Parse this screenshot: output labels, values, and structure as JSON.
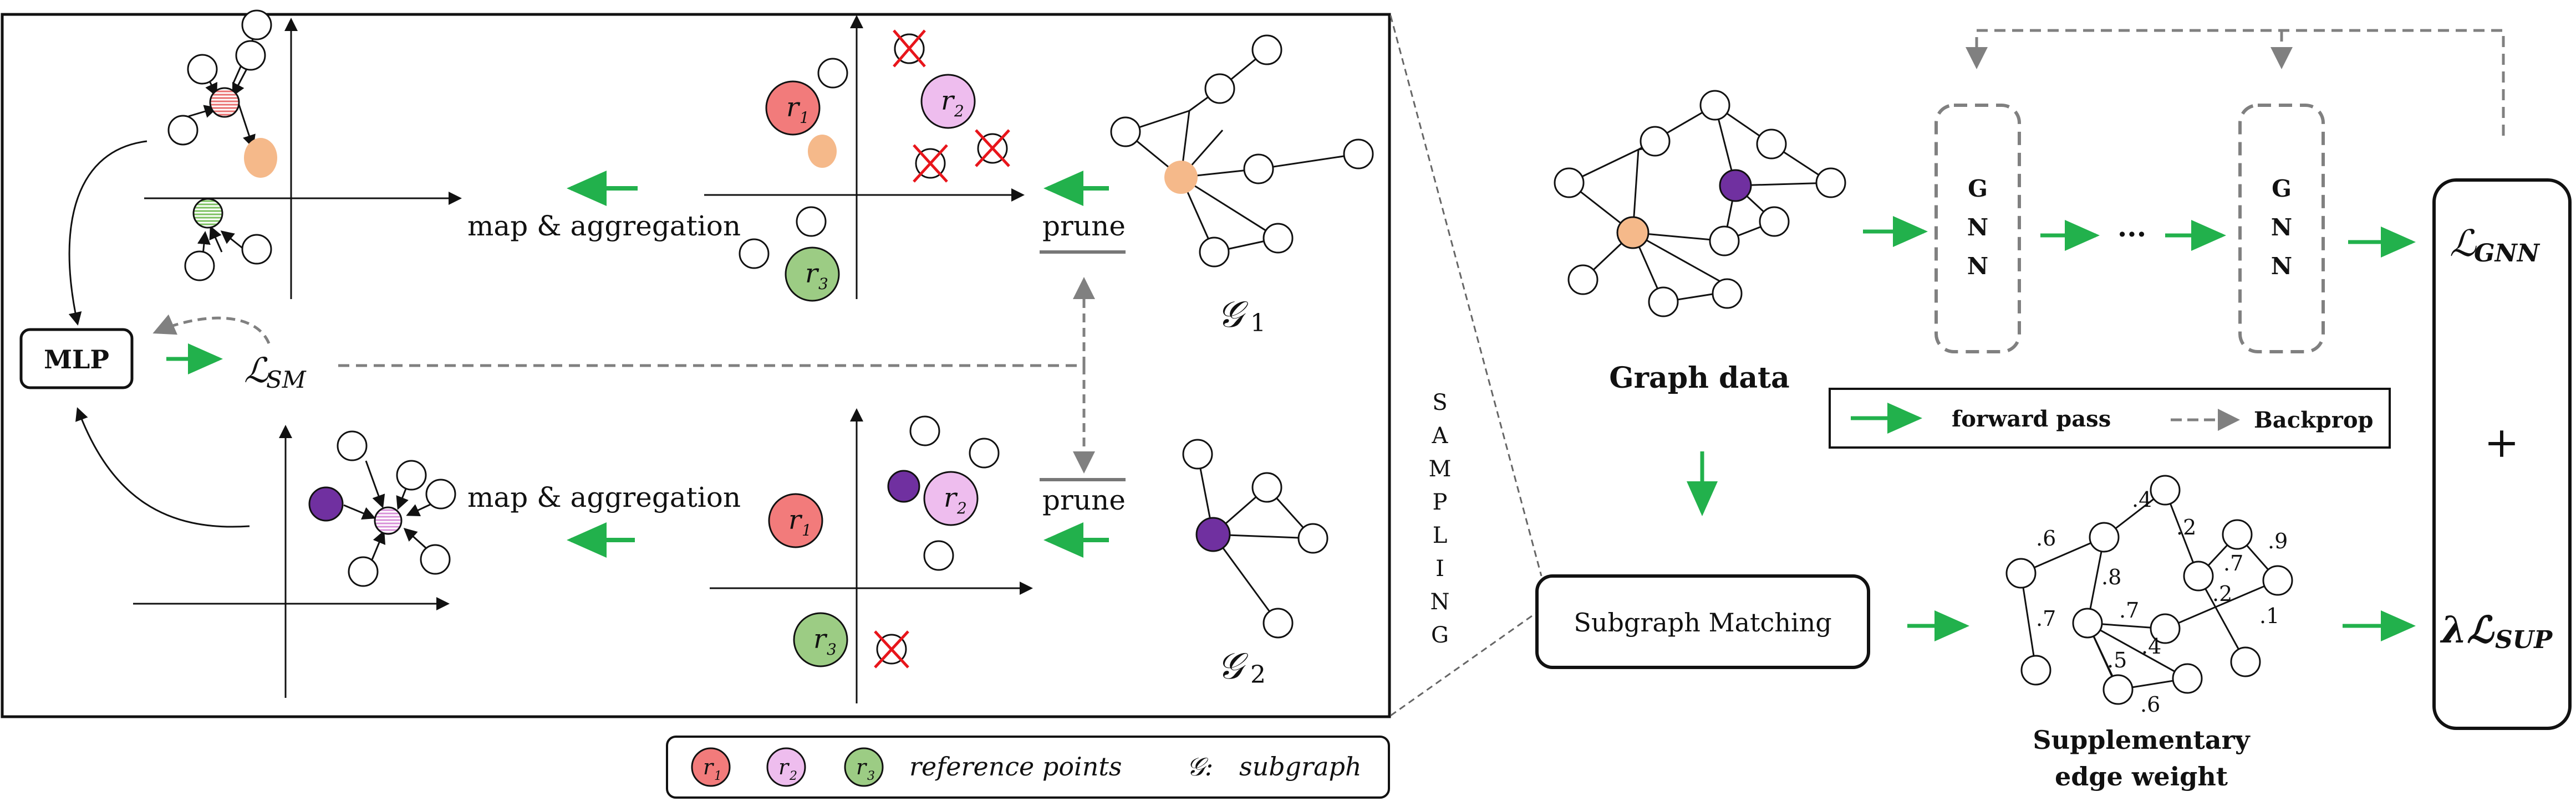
{
  "colors": {
    "green_arrow": "#22b14c",
    "gray_dash": "#808080",
    "r1_fill": "#f27b7b",
    "r2_fill": "#eebdee",
    "r3_fill": "#9ccc84",
    "orange_node": "#f5b98a",
    "purple_node": "#7030a0",
    "cross": "#e8151b"
  },
  "left_panel": {
    "map_aggregation_top": "map & aggregation",
    "map_aggregation_bottom": "map & aggregation",
    "prune_top": "prune",
    "prune_bottom": "prune",
    "mlp": "MLP",
    "loss_sm": "ℒ",
    "loss_sm_sub": "SM",
    "g1": "𝒢",
    "g1_sub": "1",
    "g2": "𝒢",
    "g2_sub": "2",
    "r1": "r",
    "r1_sub": "1",
    "r2": "r",
    "r2_sub": "2",
    "r3": "r",
    "r3_sub": "3"
  },
  "sampling": [
    "S",
    "A",
    "M",
    "P",
    "L",
    "I",
    "N",
    "G"
  ],
  "legend_bottom": {
    "r1": "r",
    "r1_sub": "1",
    "r2": "r",
    "r2_sub": "2",
    "r3": "r",
    "r3_sub": "3",
    "reference_points": "reference points",
    "subgraph_symbol": "𝒢:",
    "subgraph": "subgraph"
  },
  "right_panel": {
    "graph_data": "Graph data",
    "gnn_letters": [
      "G",
      "N",
      "N"
    ],
    "ellipsis": "···",
    "subgraph_matching": "Subgraph Matching",
    "supplementary_line1": "Supplementary",
    "supplementary_line2": "edge weight",
    "legend_forward": "forward pass",
    "legend_backprop": "Backprop",
    "loss_gnn": "ℒ",
    "loss_gnn_sub": "GNN",
    "plus": "+",
    "loss_sup_lambda": "λℒ",
    "loss_sup_sub": "SUP",
    "edge_weights": [
      ".4",
      ".6",
      ".2",
      ".9",
      ".7",
      ".8",
      ".7",
      ".2",
      ".1",
      ".7",
      ".4",
      ".5",
      ".6"
    ]
  }
}
